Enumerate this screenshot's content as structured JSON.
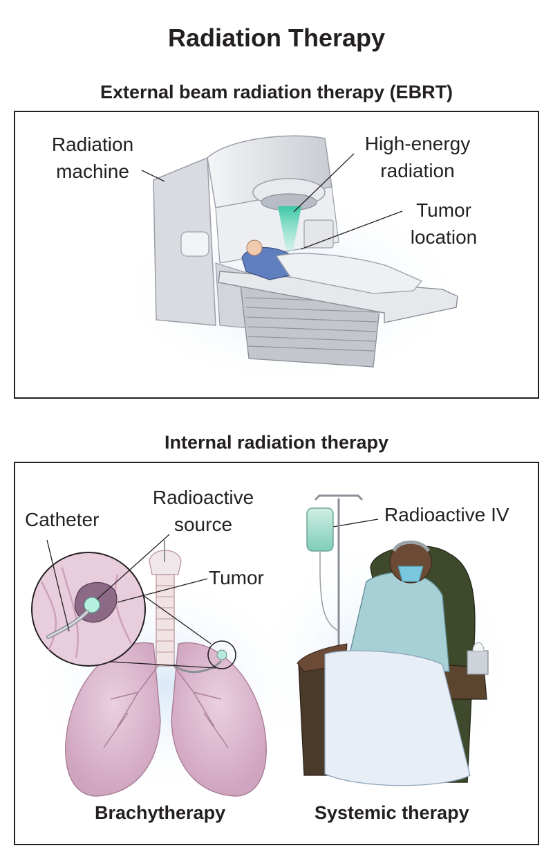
{
  "title": "Radiation Therapy",
  "ebrt": {
    "heading": "External beam radiation therapy (EBRT)",
    "labels": {
      "machine_line1": "Radiation",
      "machine_line2": "machine",
      "radiation_line1": "High-energy",
      "radiation_line2": "radiation",
      "tumor_line1": "Tumor",
      "tumor_line2": "location"
    }
  },
  "internal": {
    "heading": "Internal radiation therapy",
    "labels": {
      "catheter": "Catheter",
      "source_line1": "Radioactive",
      "source_line2": "source",
      "tumor": "Tumor",
      "iv": "Radioactive IV"
    },
    "captions": {
      "left": "Brachytherapy",
      "right": "Systemic therapy"
    }
  },
  "colors": {
    "beam": "#56d6b8",
    "machine": "#e6e7ea",
    "lung": "#e3c3d7",
    "chair": "#3f4a2c",
    "gown": "#a7d0d6"
  }
}
